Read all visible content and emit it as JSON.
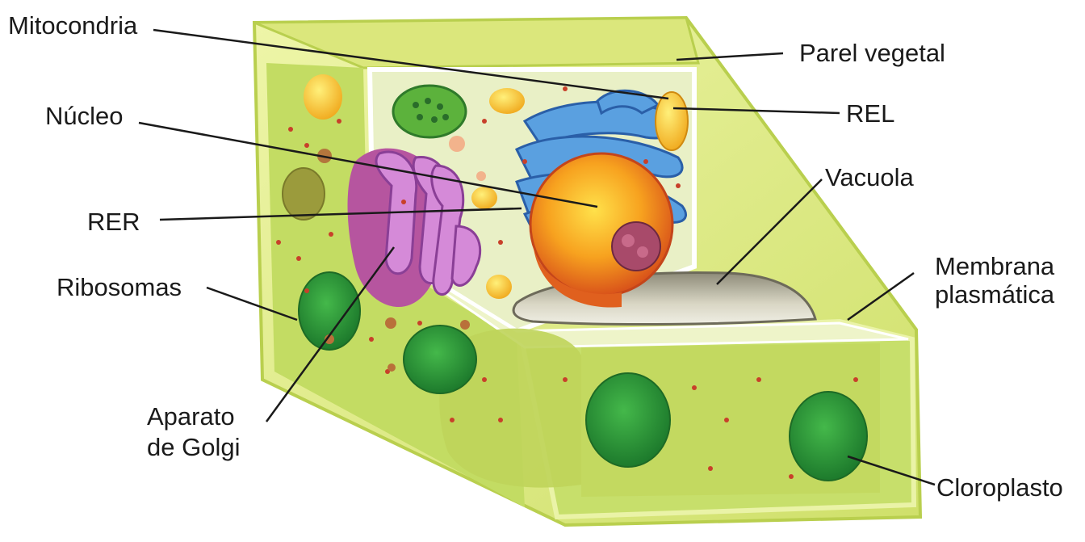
{
  "labels": {
    "mitocondria": "Mitocondria",
    "parel_vegetal": "Parel vegetal",
    "nucleo": "Núcleo",
    "rel": "REL",
    "vacuola": "Vacuola",
    "rer": "RER",
    "ribosomas": "Ribosomas",
    "membrana_1": "Membrana",
    "membrana_2": "plasmática",
    "aparato_1": "Aparato",
    "aparato_2": "de Golgi",
    "cloroplasto": "Cloroplasto"
  },
  "colors": {
    "cell_wall": "#d9e86a",
    "cytoplasm": "#cfe08a",
    "chloroplast": "#2f9a3a",
    "nucleus": "#f08a1c",
    "golgi": "#c36ac4",
    "er": "#4a8fd8",
    "mitochondria": "#f3c32a",
    "vacuole": "#a9a48e",
    "label_text": "#1a1a1a"
  },
  "icons": [
    "plant-cell-illustration"
  ]
}
